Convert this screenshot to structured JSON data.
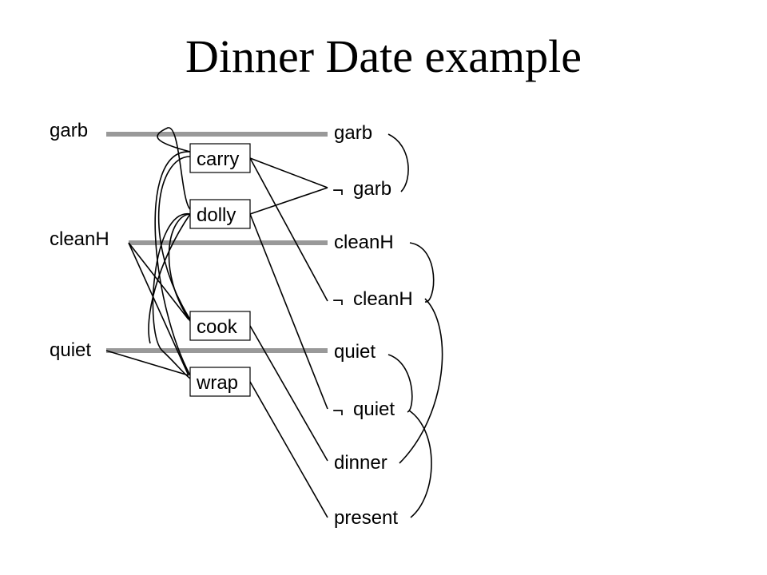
{
  "title": "Dinner Date example",
  "diagram": {
    "initial_props": [
      "garb",
      "cleanH",
      "quiet"
    ],
    "actions": [
      "carry",
      "dolly",
      "cook",
      "wrap"
    ],
    "level_props": [
      "garb",
      "garb",
      "cleanH",
      "cleanH",
      "quiet",
      "quiet",
      "dinner",
      "present"
    ],
    "negation_symbol": "¬",
    "colors": {
      "persistence_bar": "#999999",
      "line": "#000000"
    }
  }
}
